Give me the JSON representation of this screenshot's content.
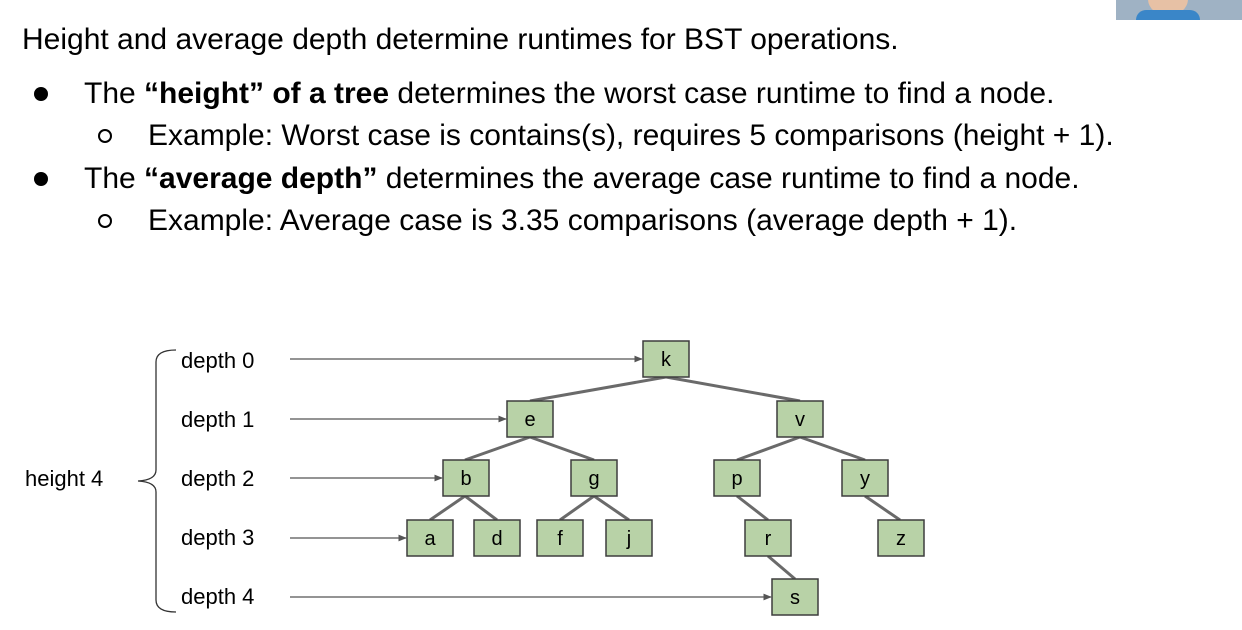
{
  "title": "Height and average depth determine runtimes for BST operations.",
  "bullets": [
    {
      "level": 1,
      "pre": "The ",
      "bold": "“height” of a tree",
      "post": " determines the worst case runtime to find a node."
    },
    {
      "level": 2,
      "text": "Example: Worst case is contains(s), requires 5 comparisons (height + 1)."
    },
    {
      "level": 1,
      "pre": "The ",
      "bold": "“average depth”",
      "post": " determines the average case runtime to find a node."
    },
    {
      "level": 2,
      "text": "Example: Average case is 3.35 comparisons (average depth + 1)."
    }
  ],
  "diagram": {
    "height_label": "height 4",
    "depth_labels": [
      "depth 0",
      "depth 1",
      "depth 2",
      "depth 3",
      "depth 4"
    ],
    "nodes": {
      "k": "k",
      "e": "e",
      "v": "v",
      "b": "b",
      "g": "g",
      "p": "p",
      "y": "y",
      "a": "a",
      "d": "d",
      "f": "f",
      "j": "j",
      "r": "r",
      "z": "z",
      "s": "s"
    },
    "colors": {
      "node_fill": "#b8d2a7",
      "node_border": "#3d3d3d",
      "edge": "#6a6a6a"
    }
  }
}
